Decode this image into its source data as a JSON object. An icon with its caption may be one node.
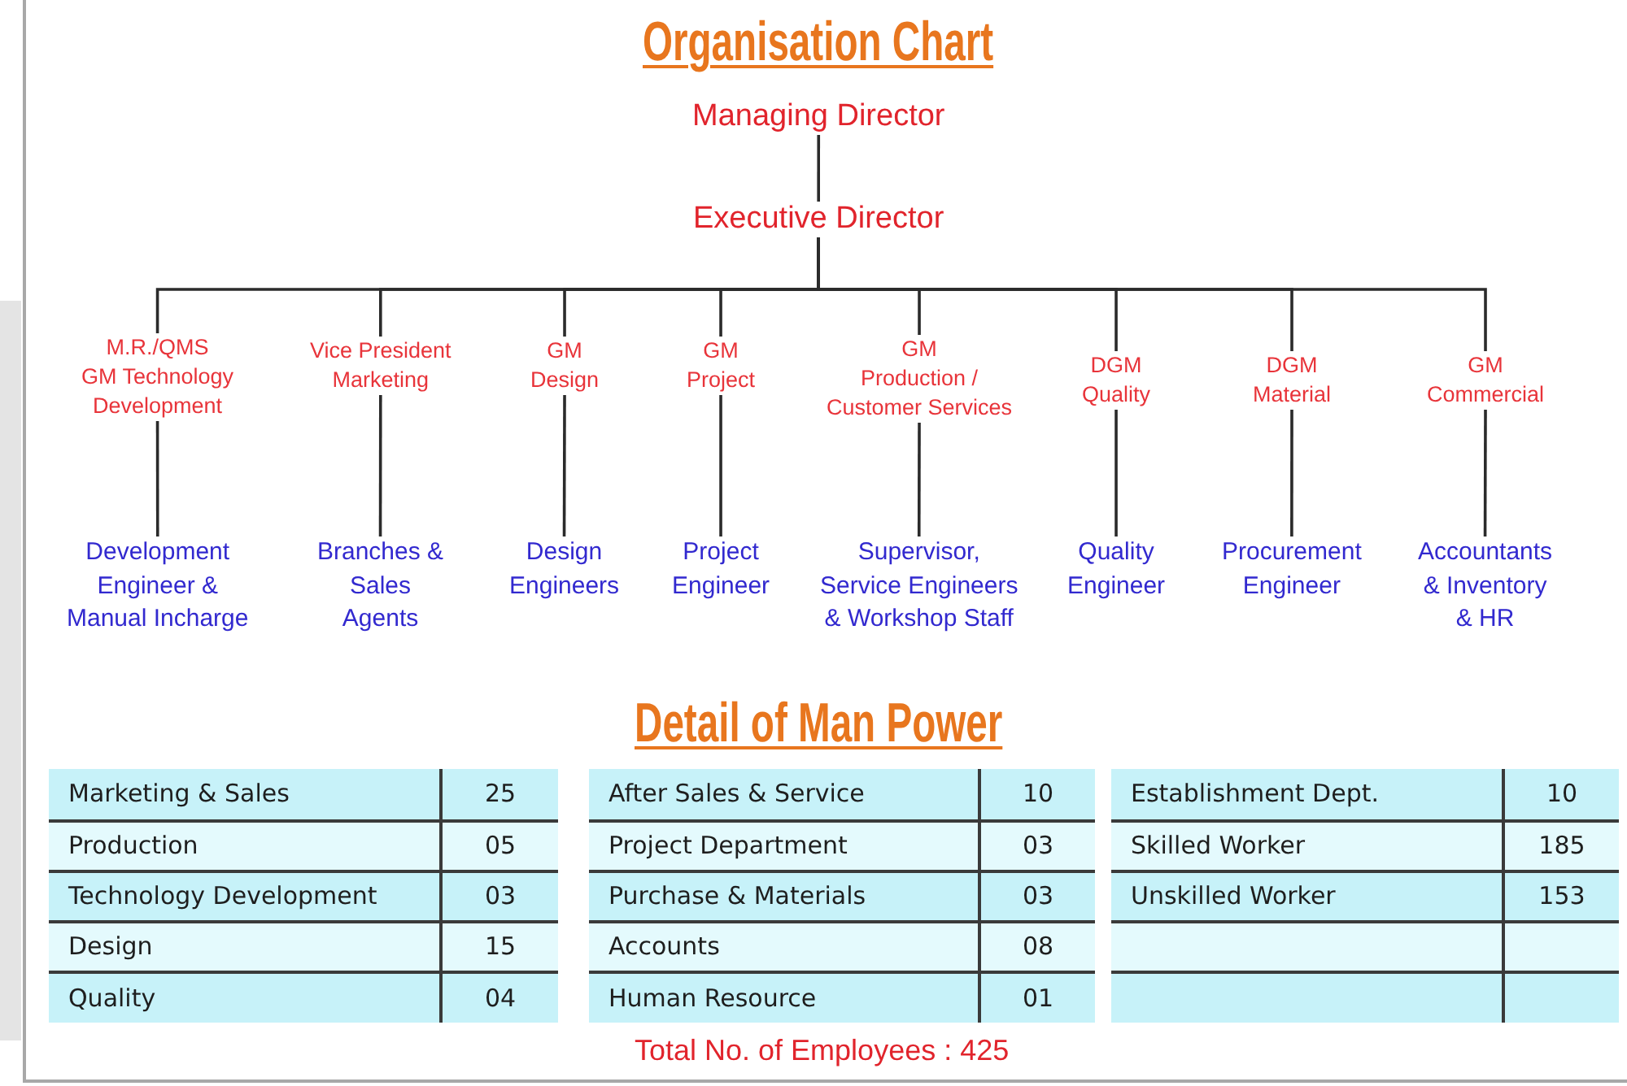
{
  "diagram": {
    "title": "Organisation Chart",
    "nodes": [
      {
        "text": [
          "Managing Director"
        ]
      },
      {
        "text": [
          "Executive Director"
        ]
      },
      {
        "text": [
          "M.R./QMS GM Technology Development"
        ]
      },
      {
        "text": [
          "Vice President Marketing"
        ]
      },
      {
        "text": [
          "GM Design"
        ]
      },
      {
        "text": [
          "GM Project"
        ]
      },
      {
        "text": [
          "GM Production / Customer Services"
        ]
      },
      {
        "text": [
          "DGM Quality"
        ]
      },
      {
        "text": [
          "DGM Material"
        ]
      },
      {
        "text": [
          "GM Commercial"
        ]
      },
      {
        "text": [
          "Development Engineer & Manual Incharge"
        ]
      },
      {
        "text": [
          "Branches & Sales Agents"
        ]
      },
      {
        "text": [
          "Design Engineers"
        ]
      },
      {
        "text": [
          "Project Engineer"
        ]
      },
      {
        "text": [
          "Supervisor, Service Engineers & Workshop Staff"
        ]
      },
      {
        "text": [
          "Quality Engineer"
        ]
      },
      {
        "text": [
          "Procurement Engineer"
        ]
      },
      {
        "text": [
          "Accountants & Inventory & HR"
        ]
      }
    ],
    "edges": [
      {
        "from": 0,
        "to": 1,
        "arrow": "none"
      },
      {
        "from": 1,
        "to": 2,
        "arrow": "none"
      },
      {
        "from": 1,
        "to": 3,
        "arrow": "none"
      },
      {
        "from": 1,
        "to": 4,
        "arrow": "none"
      },
      {
        "from": 1,
        "to": 5,
        "arrow": "none"
      },
      {
        "from": 1,
        "to": 6,
        "arrow": "none"
      },
      {
        "from": 1,
        "to": 7,
        "arrow": "none"
      },
      {
        "from": 1,
        "to": 8,
        "arrow": "none"
      },
      {
        "from": 1,
        "to": 9,
        "arrow": "none"
      },
      {
        "from": 2,
        "to": 10,
        "arrow": "none"
      },
      {
        "from": 3,
        "to": 11,
        "arrow": "none"
      },
      {
        "from": 4,
        "to": 12,
        "arrow": "none"
      },
      {
        "from": 5,
        "to": 13,
        "arrow": "none"
      },
      {
        "from": 6,
        "to": 14,
        "arrow": "none"
      },
      {
        "from": 7,
        "to": 15,
        "arrow": "none"
      },
      {
        "from": 8,
        "to": 16,
        "arrow": "none"
      },
      {
        "from": 9,
        "to": 17,
        "arrow": "none"
      }
    ],
    "labels": [
      "Detail of Man Power",
      "Marketing & Sales",
      "25",
      "Production",
      "05",
      "Technology Development",
      "03",
      "Design",
      "15",
      "Quality",
      "04",
      "After Sales & Service",
      "10",
      "Project Department",
      "03",
      "Purchase & Materials",
      "03",
      "Accounts",
      "08",
      "Human Resource",
      "01",
      "Establishment Dept.",
      "10",
      "Skilled Worker",
      "185",
      "Unskilled Worker",
      "153",
      "Total No. of Employees : 425"
    ]
  }
}
